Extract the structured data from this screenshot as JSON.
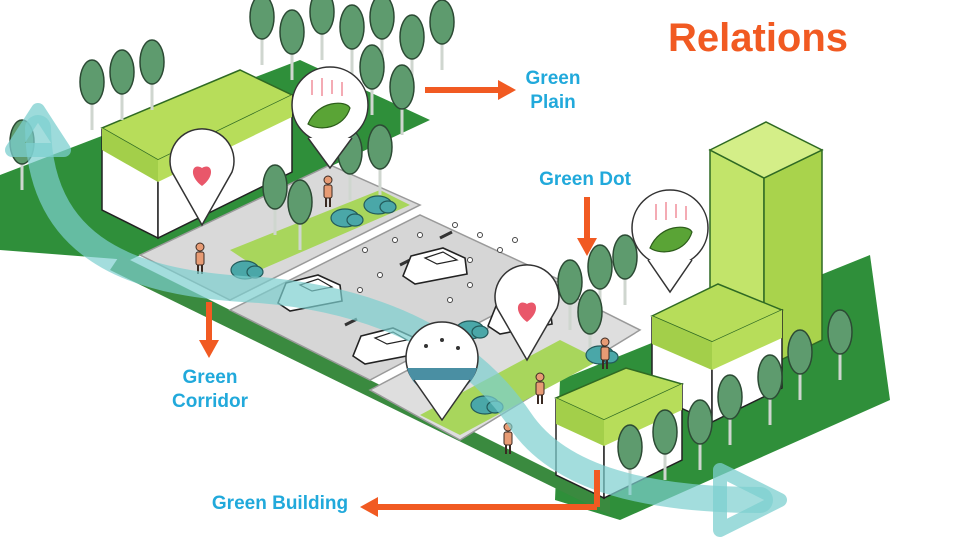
{
  "title": "Relations",
  "labels": {
    "green_plain": "Green\nPlain",
    "green_dot": "Green Dot",
    "green_corridor": "Green\nCorridor",
    "green_building": "Green Building"
  },
  "icons": [
    "heart-icon",
    "leaf-icon",
    "water-drop-icon",
    "person-icon",
    "car-icon",
    "tree-icon"
  ],
  "colors": {
    "title": "#f15a22",
    "labels": "#21a9db",
    "arrows": "#f15a22",
    "grass": "#2f8f3a",
    "green_roof": "#b7dd5a",
    "tree": "#5e9b6e",
    "corridor": "#7ccfcf"
  }
}
